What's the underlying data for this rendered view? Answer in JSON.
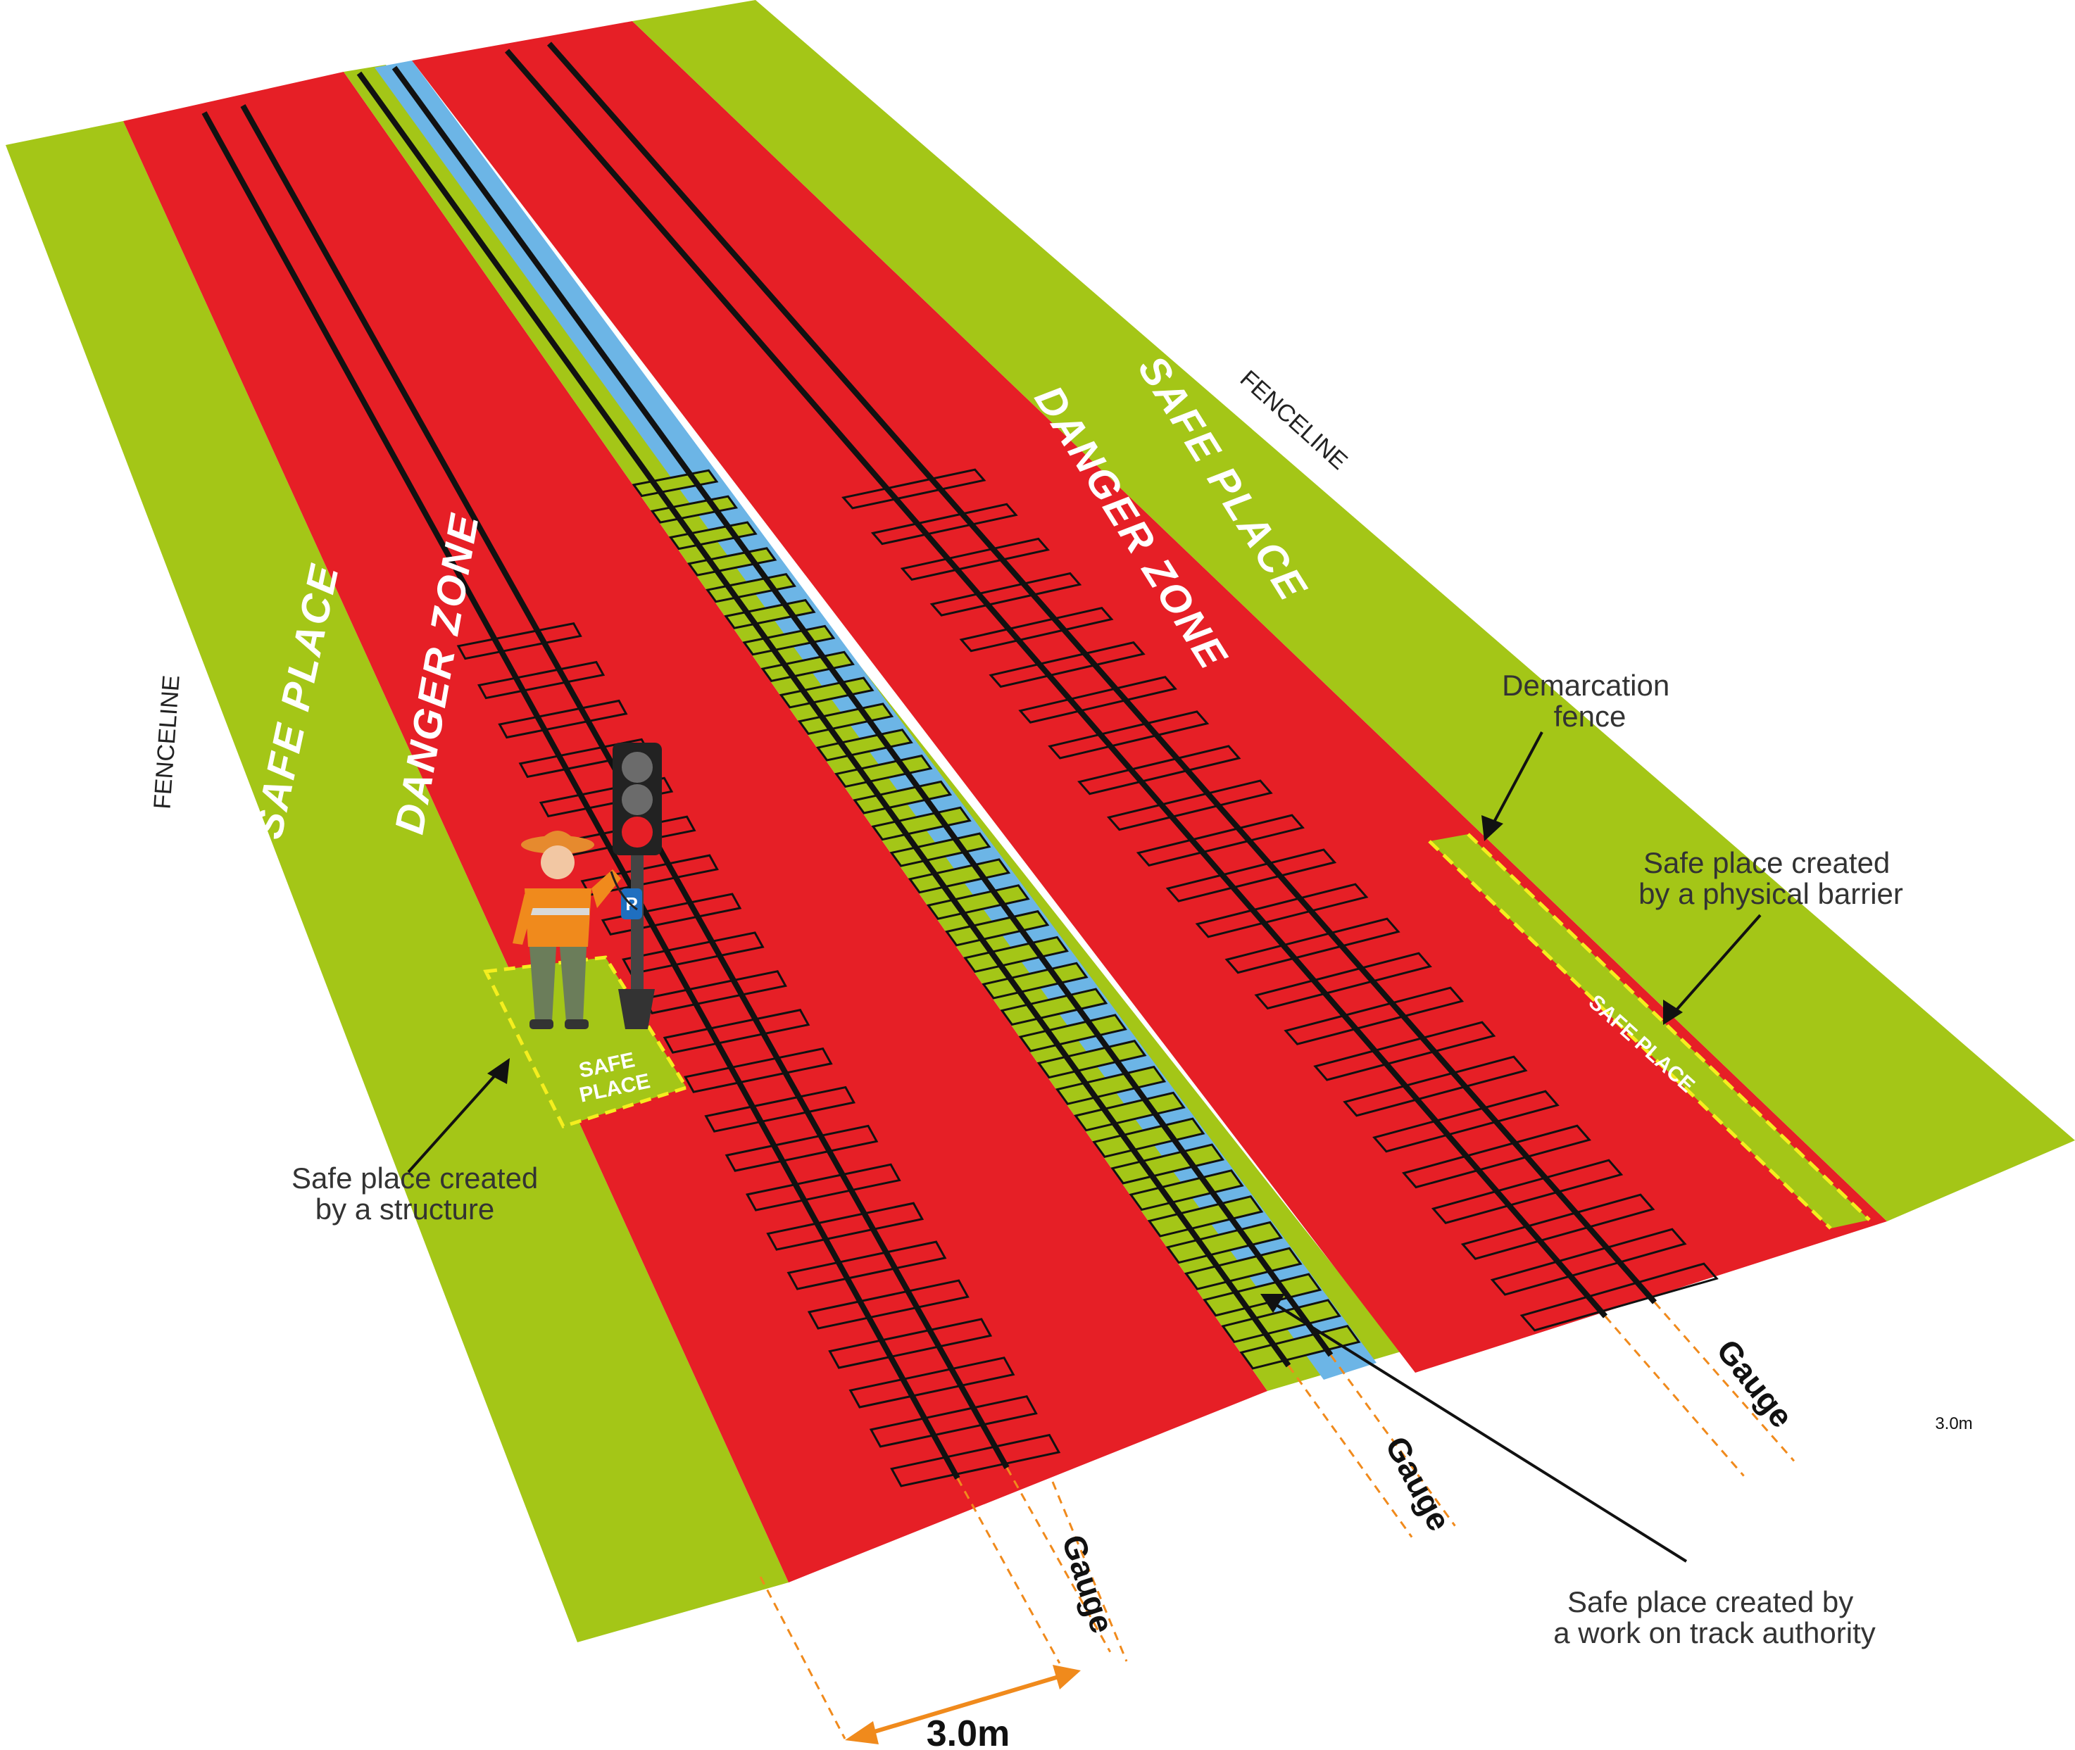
{
  "colors": {
    "safe_green": "#a4c617",
    "danger_red": "#e61f26",
    "authority_blue": "#6cb5e6",
    "rail_black": "#111111",
    "demarcation_yellow": "#f5ee1e",
    "arrow_orange": "#f08a1c"
  },
  "labels": {
    "fenceline_left": "FENCELINE",
    "fenceline_right": "FENCELINE",
    "safe_place_left": "SAFE PLACE",
    "danger_zone_left": "DANGER ZONE",
    "danger_zone_right": "DANGER ZONE",
    "safe_place_right": "SAFE PLACE",
    "safe_place_structure_box": [
      "SAFE",
      "PLACE"
    ],
    "safe_place_barrier_strip": "SAFE PLACE",
    "gauge": [
      "Gauge",
      "Gauge",
      "Gauge"
    ],
    "dimension_main": "3.0m",
    "dimension_small": "3.0m"
  },
  "callouts": {
    "demarcation_fence": [
      "Demarcation",
      "fence"
    ],
    "physical_barrier": [
      "Safe place created",
      "by a physical barrier"
    ],
    "structure": [
      "Safe place created",
      "by a structure"
    ],
    "work_on_track": [
      "Safe place created by",
      "a work on track authority"
    ]
  },
  "icons": [
    "signal-post-icon",
    "track-worker-icon",
    "telephone-icon"
  ]
}
